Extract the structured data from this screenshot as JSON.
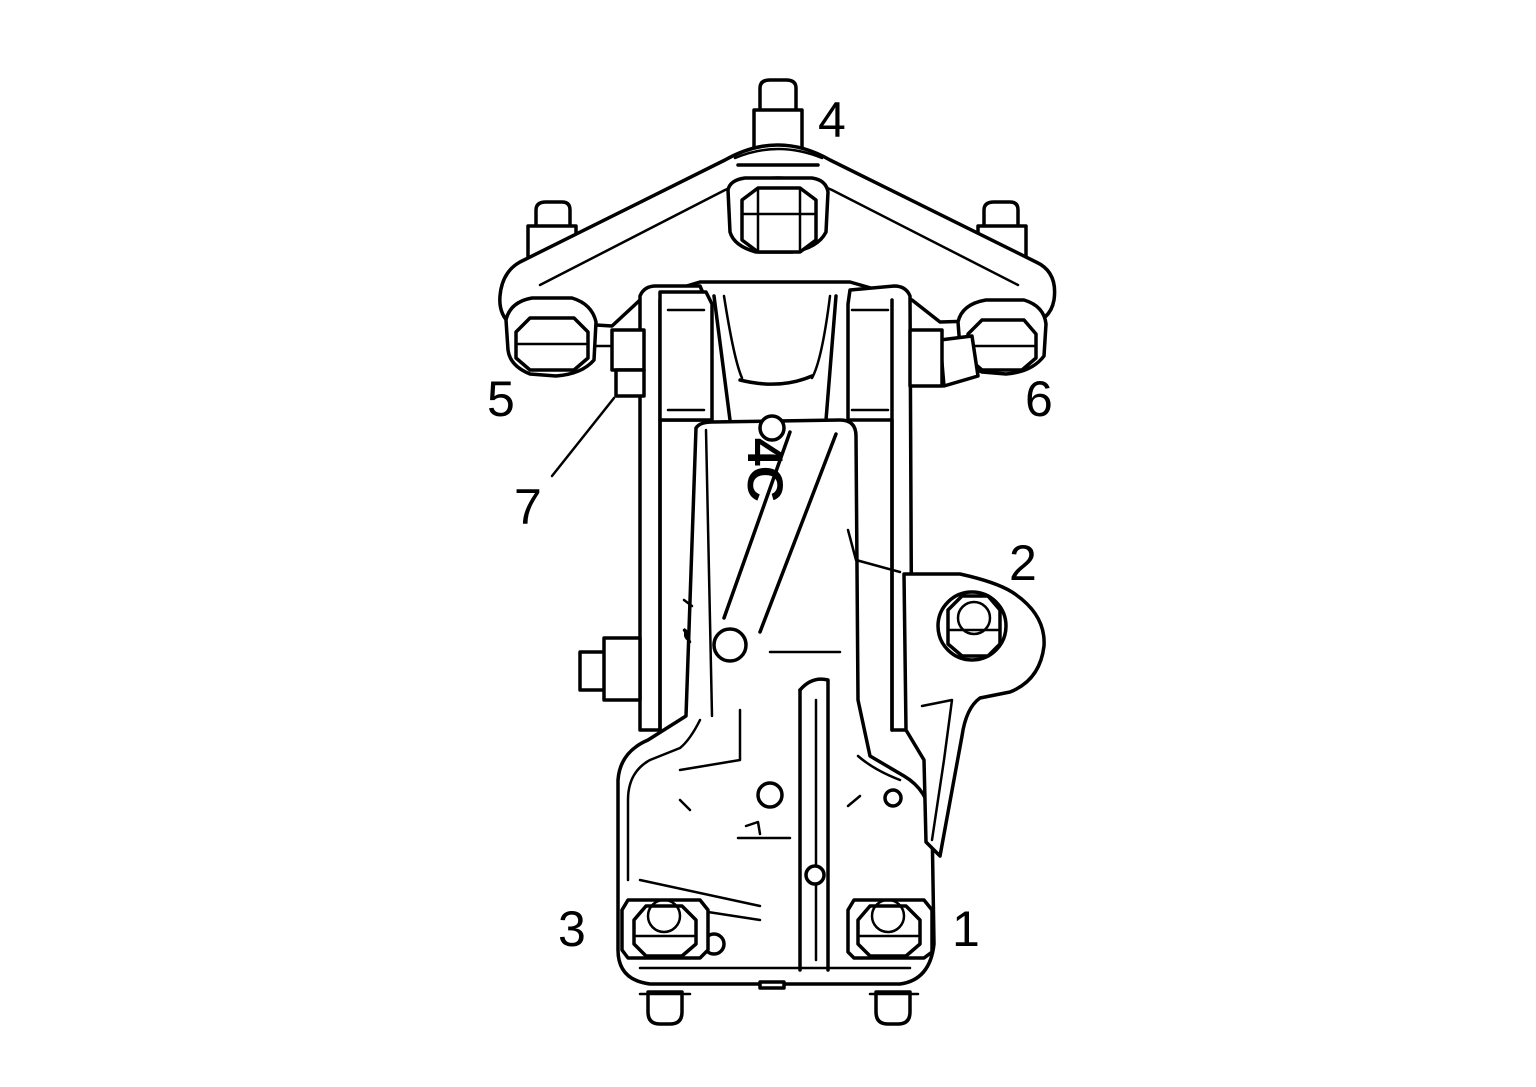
{
  "diagram": {
    "callouts": {
      "c1": "1",
      "c2": "2",
      "c3": "3",
      "c4": "4",
      "c5": "5",
      "c6": "6",
      "c7": "7"
    },
    "stamp": "4C",
    "line_color": "#000000",
    "background_color": "#ffffff"
  }
}
